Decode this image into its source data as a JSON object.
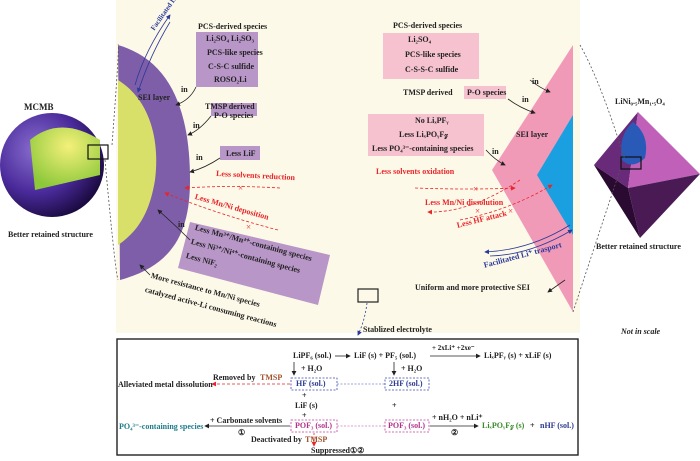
{
  "colors": {
    "background_panel": "#fdf9e8",
    "anode_sei": "#7e5ea8",
    "anode_core": "#d9e06a",
    "anode_label_box": "#b896c8",
    "cathode_sei": "#f19ab8",
    "cathode_core": "#1aa0e0",
    "cathode_label_box": "#f6c2cf",
    "red_text": "#e8252a",
    "blue_text": "#2a3a9a",
    "tmsp_text": "#a0522d"
  },
  "anode": {
    "title": "MCMB",
    "caption": "Better retained structure",
    "sei_label": "SEI layer",
    "transport_label": "Facilitated Li⁺ trasport",
    "pcs_heading": "PCS-derived species",
    "pcs_items": [
      "Li₂SO₄  Li₂SO₃",
      "PCS-like species",
      "C-S-C sulfide",
      "ROSO₂Li"
    ],
    "tmsp_heading": "TMSP   derived",
    "tmsp_item": "P-O species",
    "less_lif": "Less LiF",
    "in_labels": [
      "in",
      "in",
      "in",
      "in"
    ],
    "less_solvents_reduction": "Less solvents reduction",
    "less_mnni_deposition": "Less Mn/Ni deposition",
    "less_items": [
      "Less Mn³⁺/Mn⁴⁺-containing species",
      "Less Ni³⁺/Ni⁴⁺-containing species",
      "Less NiF₂"
    ],
    "resistance_line1": "More resistance to Mn/Ni species",
    "resistance_line2": "catalyzed active-Li consuming reactions"
  },
  "cathode": {
    "title": "LiNi₀.₅Mn₁.₅O₄",
    "caption": "Better retained structure",
    "sei_label": "SEI layer",
    "pcs_heading": "PCS-derived species",
    "pcs_items": [
      "Li₂SO₄",
      "PCS-like species",
      "C-S-S-C sulfide"
    ],
    "tmsp_heading": "TMSP   derived",
    "tmsp_item": "P-O species",
    "in_labels": [
      "in",
      "in",
      "in"
    ],
    "no_items": [
      "No LiₓPFᵧ",
      "Less LiₓPOᵧF𝓏",
      "Less PO₄³⁻-containing species"
    ],
    "less_solvents_oxidation": "Less solvents oxidation",
    "less_mnni_dissolution": "Less Mn/Ni dissolution",
    "less_hf_attack": "Less HF attack",
    "transport_label": "Facilitated Li⁺ trasport",
    "uniform_sei": "Uniform and more protective SEI"
  },
  "not_in_scale": "Not in scale",
  "stabilized_electrolyte": "Stablized electrolyte",
  "reactions": {
    "lipf6": "LiPF₆ (sol.)",
    "arrow1_product": "LiF (s) + PF₅ (sol.)",
    "arrow2_top": "+ 2xLi⁺ +2xe⁻",
    "arrow2_product": "LiₓPFᵧ (s) +   xLiF (s)",
    "h2o_left": "+ H₂O",
    "h2o_right": "+ H₂O",
    "removed_by": "Removed by",
    "tmsp": "TMSP",
    "alleviated": "Alleviated  metal dissolution",
    "hf": "HF (sol.)",
    "two_hf": "2HF (sol.)",
    "plus1": "+",
    "lif": "LiF (s)",
    "plus2": "+",
    "plus3": "+",
    "carbonate": "+ Carbonate solvents",
    "circ1": "①",
    "po4": "PO₄³⁻-containing species",
    "pof3_left": "POF₃ (sol.)",
    "pof3_right": "POF₃ (sol.)",
    "nh2o": "+ nH₂O + nLi⁺",
    "circ2": "②",
    "lipof": "LiₓPOᵧF𝓏 (s)",
    "plus_n": "+",
    "nhf": "nHF (sol.)",
    "deactivated_by": "Deactivated by",
    "deactivated_tmsp": "TMSP",
    "suppressed": "Suppressed①②"
  }
}
